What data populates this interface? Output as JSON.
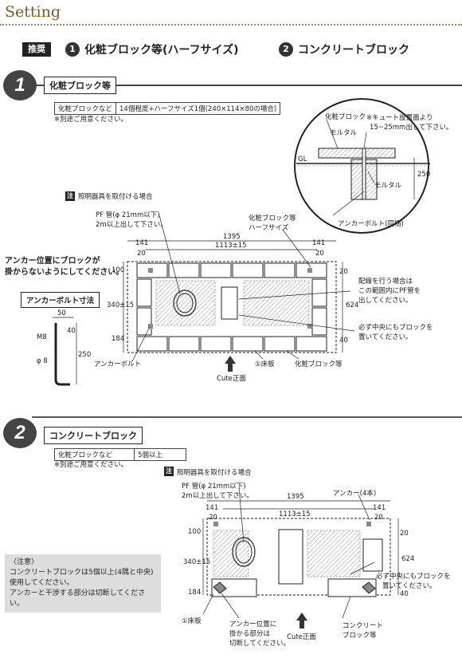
{
  "header": {
    "title": "Setting"
  },
  "recommend": {
    "badge": "推奨",
    "option1_num": "1",
    "option1_label": "化粧ブロック等(ハーフサイズ)",
    "option2_num": "2",
    "option2_label": "コンクリートブロック"
  },
  "section1": {
    "num": "1",
    "heading": "化粧ブロック等",
    "table": [
      "化粧ブロックなど",
      "14個程度+ハーフサイズ1個(240×114×80の場合)"
    ],
    "note": "※別途ご用意ください。",
    "light_note_badge": "注",
    "light_note": "照明器具を取付ける場合",
    "pf": "PF 管(φ 21mm以下)",
    "pf2": "2m以上出して下さい。",
    "block_label_a": "化粧ブロック等",
    "block_label_b": "ハーフサイズ",
    "dim_1395": "1395",
    "dim_1113": "1113±15",
    "dim_141a": "141",
    "dim_141b": "141",
    "dim_20a": "20",
    "dim_20b": "20",
    "dim_100": "100",
    "dim_340": "340±15",
    "dim_184": "184",
    "dim_20r": "20",
    "dim_624": "624",
    "dim_40": "40",
    "anchor_warn_1": "アンカー位置にブロックが",
    "anchor_warn_2": "掛からないようにしてください。",
    "wiring_1": "配線を行う場合は",
    "wiring_2": "この範囲内にPF管を",
    "wiring_3": "出してください。",
    "center_1": "必ず中央にもブロックを",
    "center_2": "置いてください。",
    "anchor_bolt": "アンカーボルト",
    "floor": "①床板",
    "block_etc": "化粧ブロック等",
    "front": "Cute正面",
    "anchor_size_title": "アンカーボルト寸法",
    "bolt_50": "50",
    "bolt_m8": "M8",
    "bolt_40": "40",
    "bolt_250": "250",
    "bolt_phi8": "φ 8",
    "detail_block": "化粧ブロック",
    "detail_mortar": "モルタル",
    "detail_note1": "※キュート設置面より",
    "detail_note2": "15~25mm出して下さい。",
    "detail_gl": "GL",
    "detail_250": "250",
    "detail_mortar2": "モルタル",
    "detail_anchor": "アンカーボルト(同梱)"
  },
  "section2": {
    "num": "2",
    "heading": "コンクリートブロック",
    "table": [
      "化粧ブロックなど",
      "5個以上"
    ],
    "note": "※別途ご用意ください。",
    "light_note_badge": "注",
    "light_note": "照明器具を取付ける場合",
    "pf": "PF 管(φ 21mm以下)",
    "pf2": "2m以上出して下さい。",
    "anchor4": "アンカー(4本)",
    "dim_1395": "1395",
    "dim_1113": "1113±15",
    "dim_141a": "141",
    "dim_141b": "141",
    "dim_20a": "20",
    "dim_20b": "20",
    "dim_100": "100",
    "dim_340": "340±15",
    "dim_184": "184",
    "dim_20r": "20",
    "dim_624": "624",
    "dim_40": "40",
    "center_1": "必ず中央にもブロックを",
    "center_2": "置いてください。",
    "attention_title": "〈注意〉",
    "attention_1": "コンクリートブロックは5個以上(4隅と中央)",
    "attention_2": "使用してください。",
    "attention_3": "アンカーと干渉する部分は切断してください。",
    "floor": "①床板",
    "cut_1": "アンカー位置に",
    "cut_2": "掛かる部分は",
    "cut_3": "切断してください。",
    "front": "Cute正面",
    "concrete_1": "コンクリート",
    "concrete_2": "ブロック等"
  }
}
